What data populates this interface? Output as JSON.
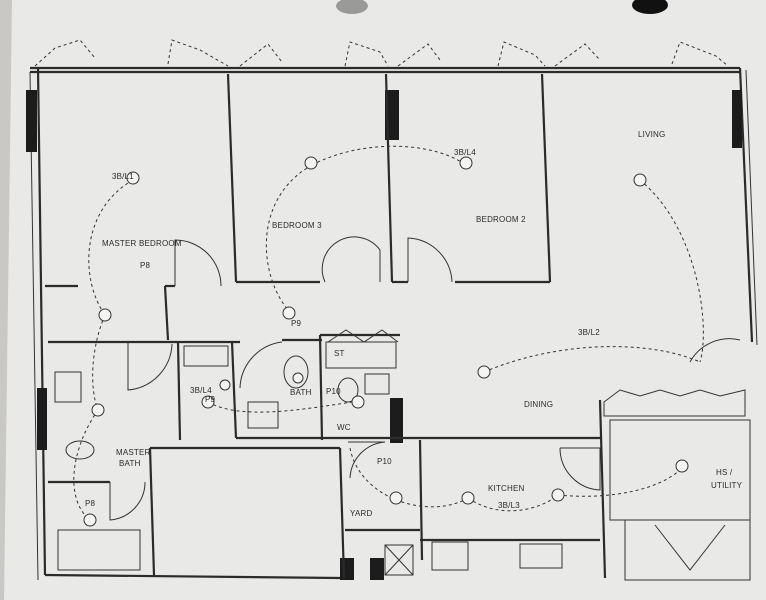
{
  "rooms": {
    "living": "LIVING",
    "bedroom3": "BEDROOM 3",
    "bedroom2": "BEDROOM 2",
    "master_bedroom": "MASTER BEDROOM",
    "bath": "BATH",
    "st": "ST",
    "wc": "WC",
    "dining": "DINING",
    "master_bath_1": "MASTER",
    "master_bath_2": "BATH",
    "kitchen": "KITCHEN",
    "hs_utility_1": "HS /",
    "hs_utility_2": "UTILITY",
    "yard": "YARD"
  },
  "circuit_labels": {
    "l1": "3B/L1",
    "l4_top": "3B/L4",
    "l2": "3B/L2",
    "l4_bath": "3B/L4",
    "l3": "3B/L3"
  },
  "point_labels": {
    "p8_master": "P8",
    "p8_bath": "P8",
    "p9_top": "P9",
    "p9_bath": "P9",
    "p10_wc": "P10",
    "p10_yard": "P10"
  },
  "colors": {
    "paper": "#ebebe9",
    "line": "#2b2b2b",
    "solid_wall": "#1c1c1c"
  }
}
